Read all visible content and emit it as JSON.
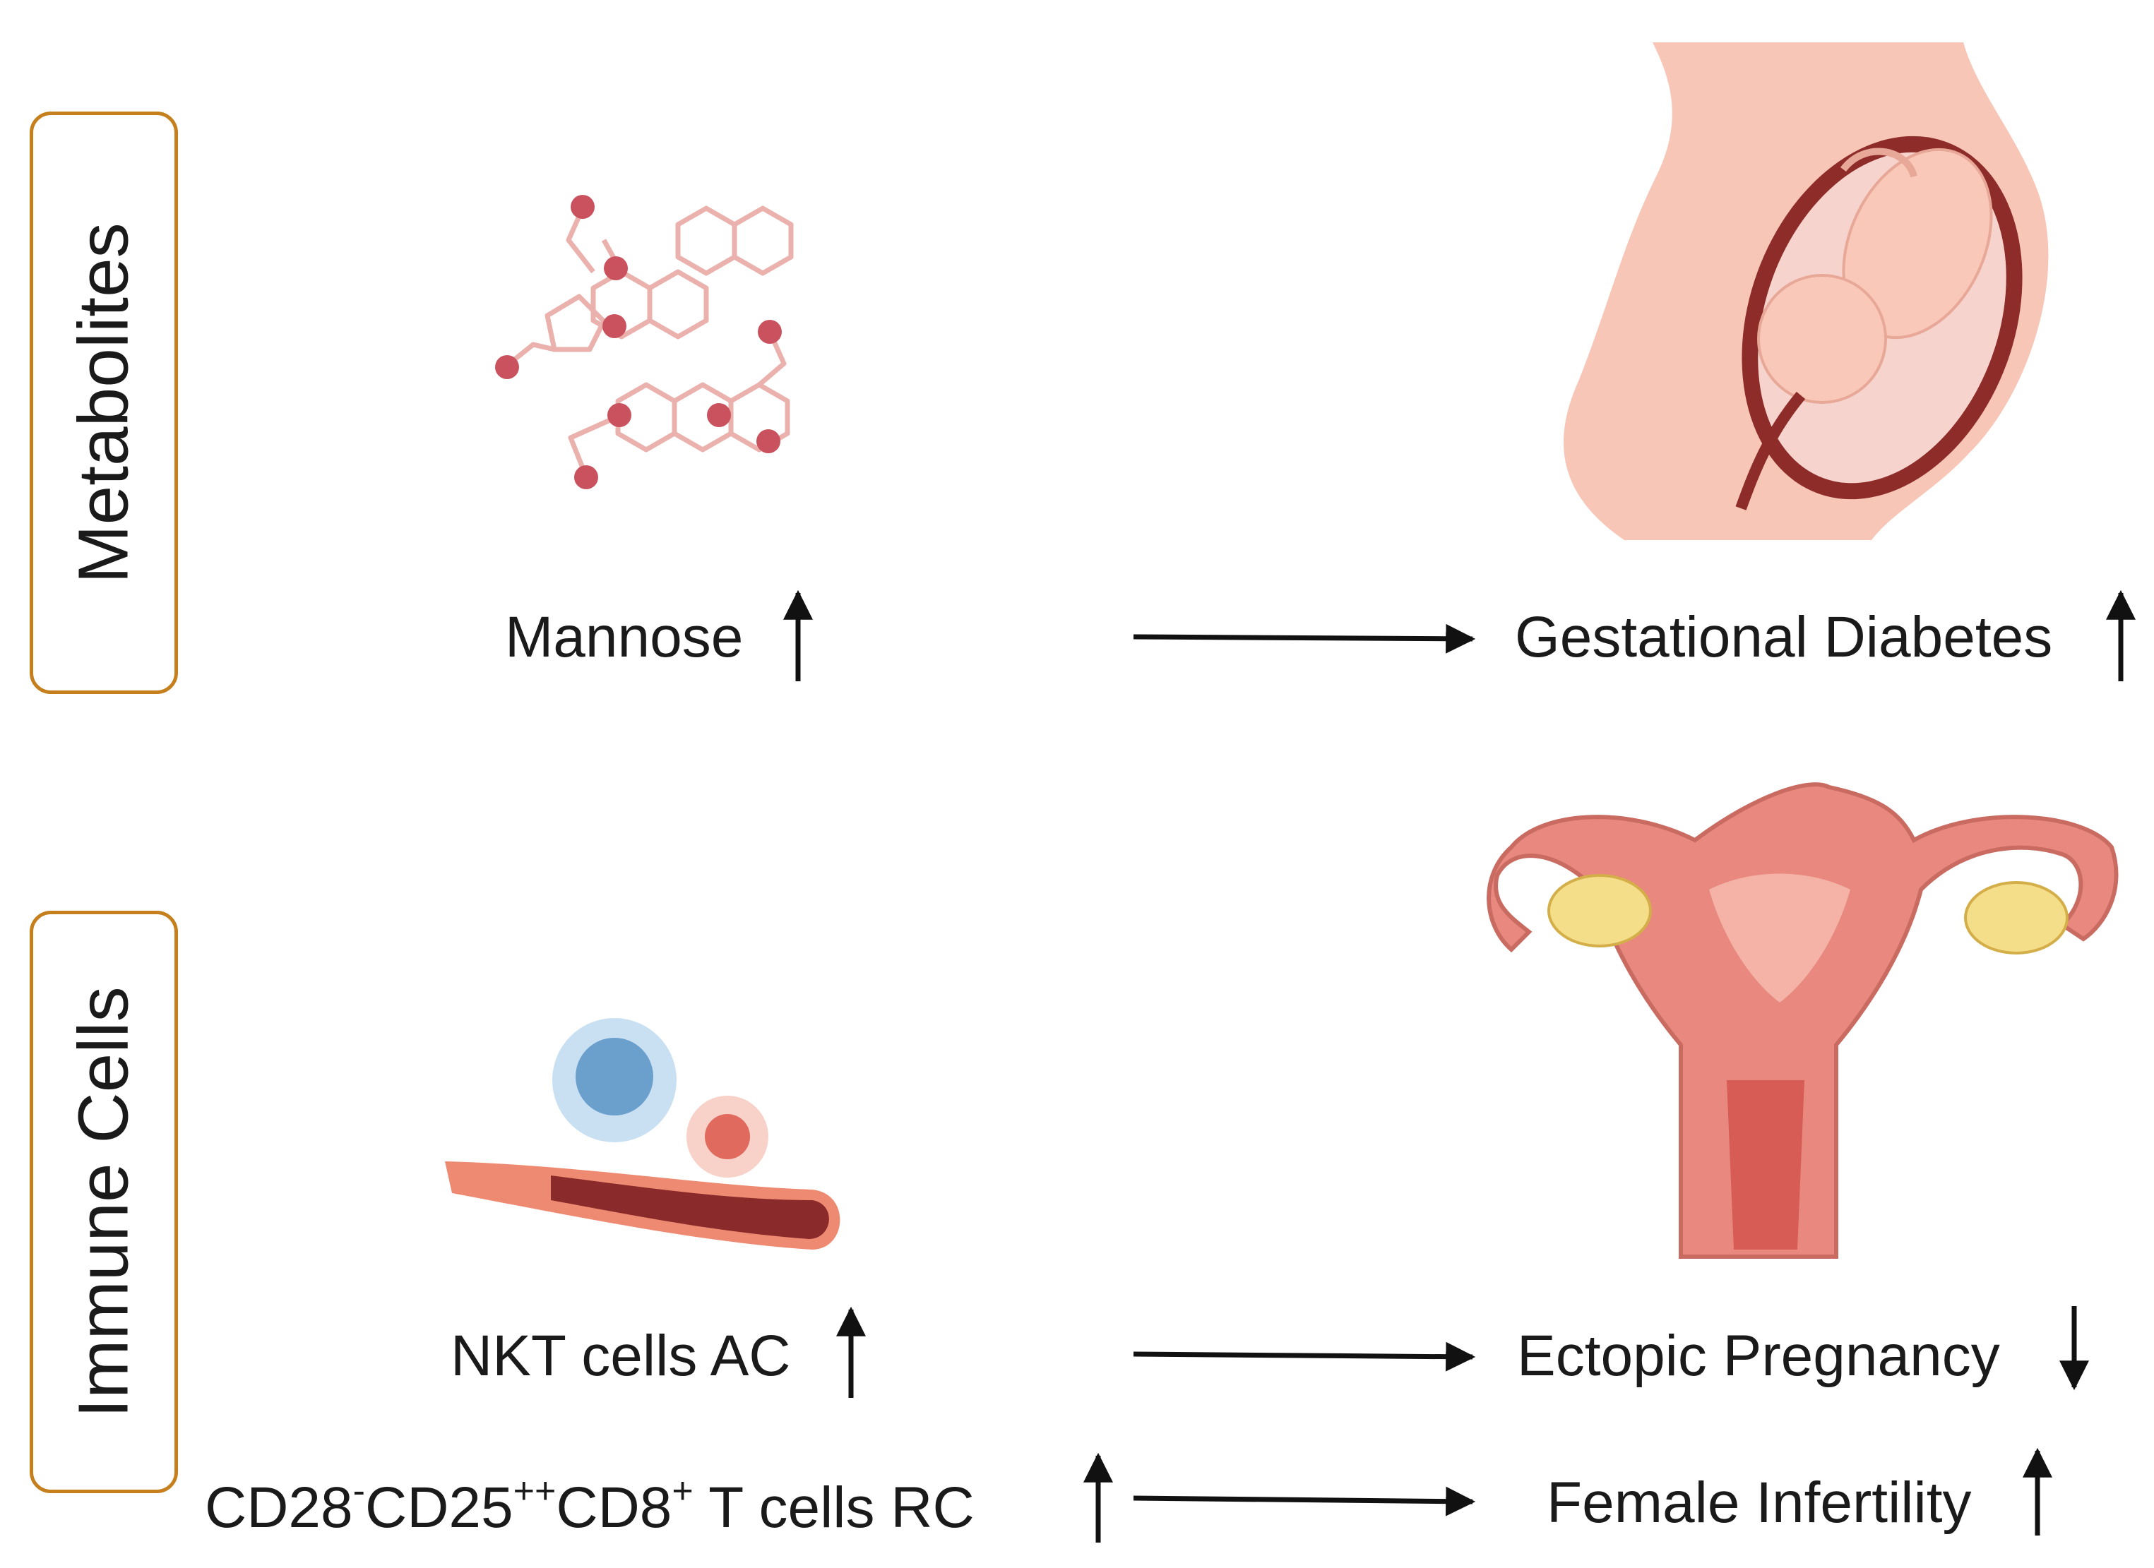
{
  "categories": {
    "metabolites": "Metabolites",
    "immune": "Immune Cells"
  },
  "rows": [
    {
      "exposure": "Mannose",
      "exposure_dir": "up",
      "outcome": "Gestational Diabetes",
      "outcome_dir": "up"
    },
    {
      "exposure": "NKT cells AC",
      "exposure_dir": "up",
      "outcome": "Ectopic Pregnancy",
      "outcome_dir": "down"
    },
    {
      "exposure_parts": [
        "CD28",
        "-",
        "CD25",
        "++",
        "CD8",
        "+",
        " T cells RC"
      ],
      "exposure_dir": "up",
      "outcome": "Female Infertility",
      "outcome_dir": "up"
    }
  ],
  "colors": {
    "box_border": "#c57f1c",
    "molecule_line": "#eab1ad",
    "molecule_atom": "#c9525e",
    "arrow": "#111111"
  },
  "icons": [
    "molecule-icon",
    "pregnant-belly-icon",
    "blood-vessel-icon",
    "uterus-icon"
  ]
}
